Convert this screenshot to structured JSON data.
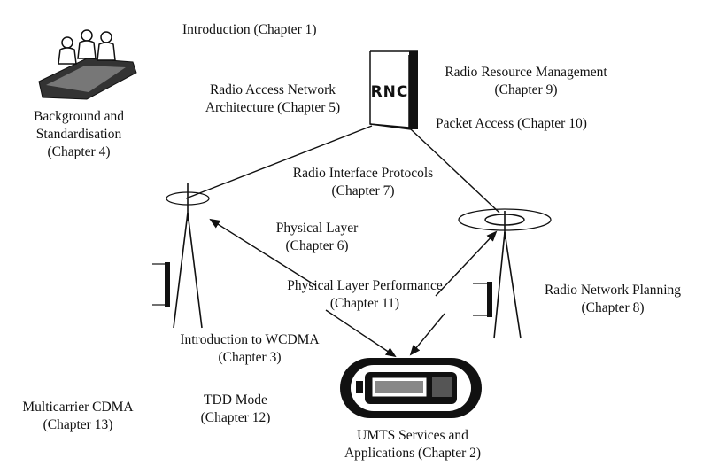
{
  "node_labels": {
    "introduction": [
      "Introduction (Chapter 1)"
    ],
    "background": [
      "Background and",
      "Standardisation",
      "(Chapter 4)"
    ],
    "ran_architecture": [
      "Radio Access Network",
      "Architecture (Chapter 5)"
    ],
    "rrm": [
      "Radio Resource Management",
      "(Chapter 9)"
    ],
    "packet_access": [
      "Packet Access (Chapter 10)"
    ],
    "radio_interface": [
      "Radio Interface Protocols",
      "(Chapter 7)"
    ],
    "physical_layer": [
      "Physical Layer",
      "(Chapter 6)"
    ],
    "phy_performance": [
      "Physical Layer Performance",
      "(Chapter 11)"
    ],
    "network_planning": [
      "Radio Network Planning",
      "(Chapter 8)"
    ],
    "wcdma": [
      "Introduction to WCDMA",
      "(Chapter 3)"
    ],
    "multicarrier": [
      "Multicarrier CDMA",
      "(Chapter 13)"
    ],
    "tdd": [
      "TDD Mode",
      "(Chapter 12)"
    ],
    "umts": [
      "UMTS Services and",
      "Applications (Chapter 2)"
    ]
  },
  "rnc_label": "RNC",
  "icons": [
    "people-map-icon",
    "rnc-cabinet-icon",
    "base-station-tower-icon",
    "mobile-terminal-icon"
  ],
  "colors": {
    "ink": "#111111",
    "background": "#ffffff"
  }
}
